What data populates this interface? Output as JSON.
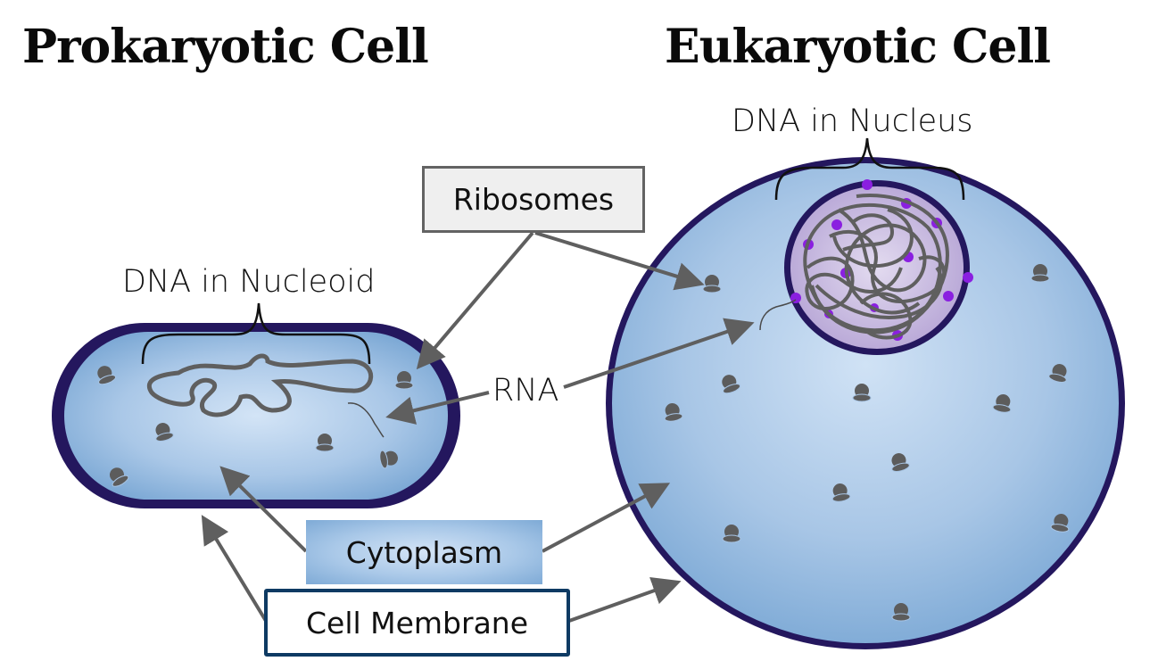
{
  "titles": {
    "prokaryotic": "Prokaryotic Cell",
    "eukaryotic": "Eukaryotic Cell"
  },
  "labels": {
    "dna_nucleoid": "DNA in Nucleoid",
    "dna_nucleus": "DNA in Nucleus",
    "rna": "RNA",
    "ribosomes": "Ribosomes",
    "cytoplasm": "Cytoplasm",
    "cell_membrane": "Cell Membrane"
  },
  "colors": {
    "membrane": "#24175e",
    "cytoplasm_center": "#d0e2f5",
    "cytoplasm_edge": "#7daad6",
    "nucleus_fill": "#c7b8e0",
    "nuclear_pore": "#8a1fe0",
    "dna_strand": "#5f5f5f",
    "arrow": "#5f5f5f",
    "ribosome": "#5c5c5c",
    "membrane_box_border": "#0e3a63",
    "ribosome_box_fill": "#efefef"
  }
}
